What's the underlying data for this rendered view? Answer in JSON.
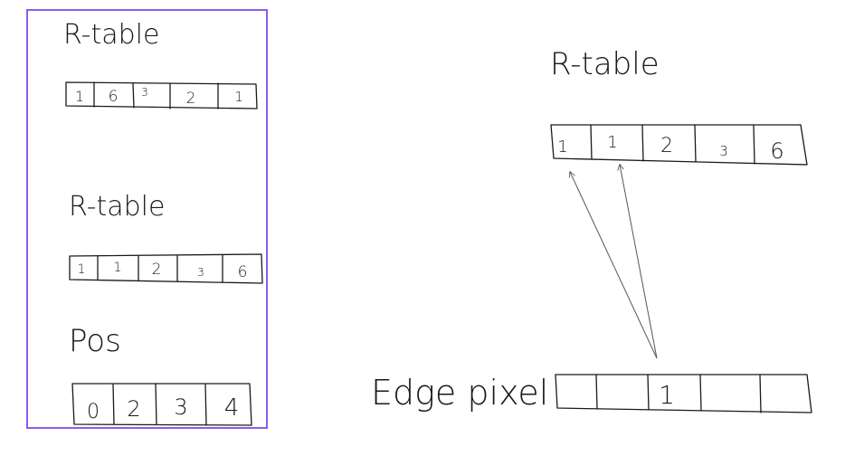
{
  "colors": {
    "frame": "#8a5cf0",
    "ink": "#1a1a1a",
    "arrow": "#555555"
  },
  "left_panel": {
    "tables": [
      {
        "label": "R-table",
        "cells": [
          "1",
          "6",
          "3",
          "2",
          "1"
        ]
      },
      {
        "label": "R-table",
        "cells": [
          "1",
          "1",
          "2",
          "3",
          "6"
        ]
      },
      {
        "label": "Pos",
        "cells": [
          "0",
          "2",
          "3",
          "4"
        ]
      }
    ]
  },
  "right_panel": {
    "rtable": {
      "label": "R-table",
      "cells": [
        "1",
        "1",
        "2",
        "3",
        "6"
      ]
    },
    "edge": {
      "label": "Edge pixel",
      "cells": [
        "",
        "",
        "1",
        "",
        ""
      ]
    }
  }
}
